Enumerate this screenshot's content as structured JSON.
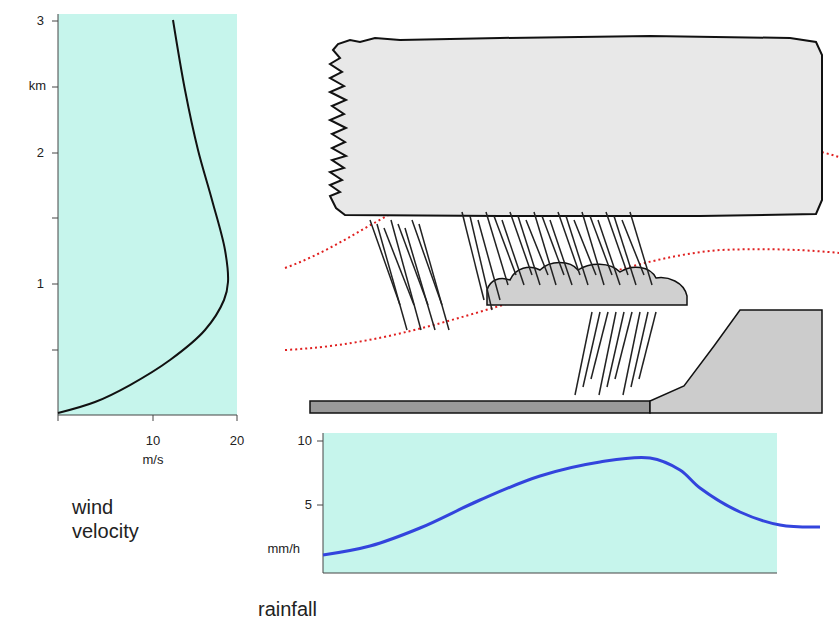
{
  "diagram": {
    "labels": [
      "3",
      "km",
      "2",
      "1",
      "10",
      "20",
      "m/s",
      "wind velocity",
      "10",
      "5",
      "mm/h",
      "rainfall"
    ]
  }
}
